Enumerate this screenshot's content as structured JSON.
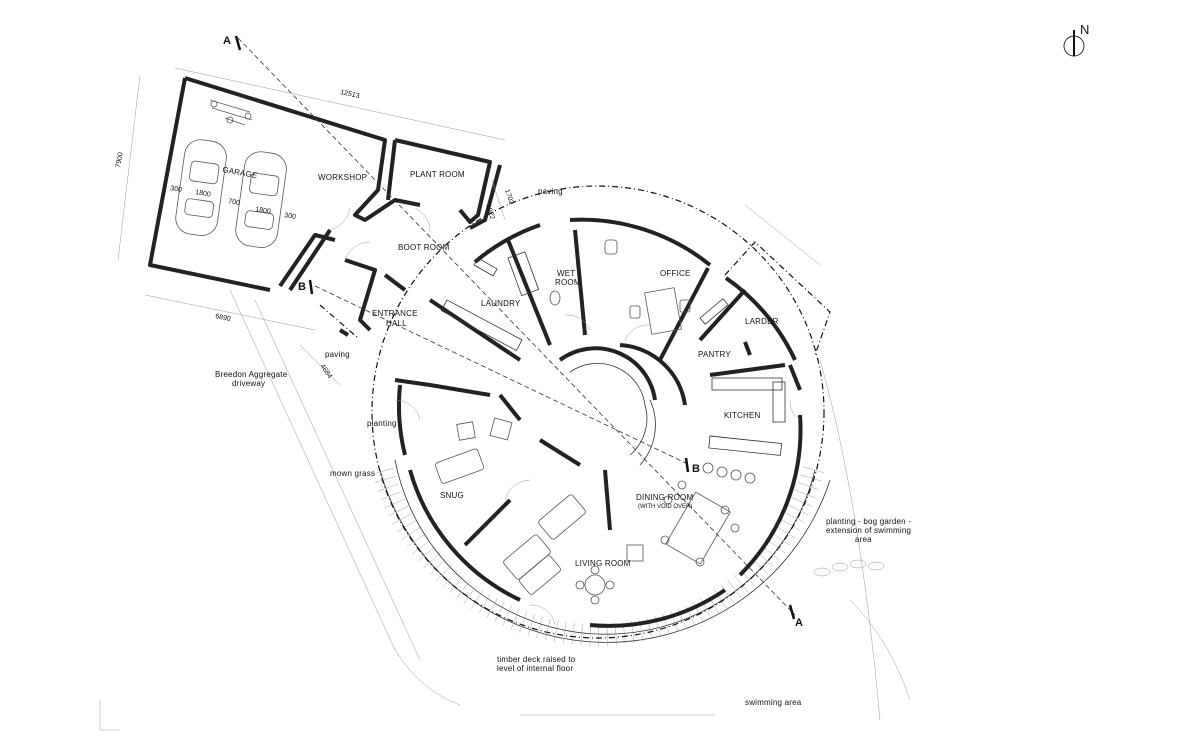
{
  "north_label": "N",
  "rooms": {
    "garage": "GARAGE",
    "workshop": "WORKSHOP",
    "plant_room": "PLANT ROOM",
    "boot_room": "BOOT ROOM",
    "entrance_hall_1": "ENTRANCE",
    "entrance_hall_2": "HALL",
    "laundry": "LAUNDRY",
    "wet_room_1": "WET",
    "wet_room_2": "ROOM",
    "office": "OFFICE",
    "larder": "LARDER",
    "pantry": "PANTRY",
    "kitchen": "KITCHEN",
    "snug": "SNUG",
    "dining_room": "DINING ROOM",
    "dining_note": "(WITH VOID OVER)",
    "living_room": "LIVING ROOM"
  },
  "site_labels": {
    "paving_top": "paving",
    "paving_left": "paving",
    "driveway_1": "Breedon Aggregate",
    "driveway_2": "driveway",
    "planting": "planting",
    "mown_grass": "mown grass",
    "bog_1": "planting - bog garden -",
    "bog_2": "extension of swimming",
    "bog_3": "area",
    "deck_1": "timber deck raised to",
    "deck_2": "level of internal floor",
    "swimming": "swimming area"
  },
  "dimensions": {
    "top": "12513",
    "left": "7900",
    "bottom": "6890",
    "diag": "4684",
    "d1702": "1702",
    "d1922": "1922",
    "g300a": "300",
    "g1800a": "1800",
    "g700": "700",
    "g1800b": "1800",
    "g300b": "300"
  },
  "sections": {
    "a_top": "A",
    "a_bottom": "A",
    "b_left": "B",
    "b_right": "B"
  }
}
